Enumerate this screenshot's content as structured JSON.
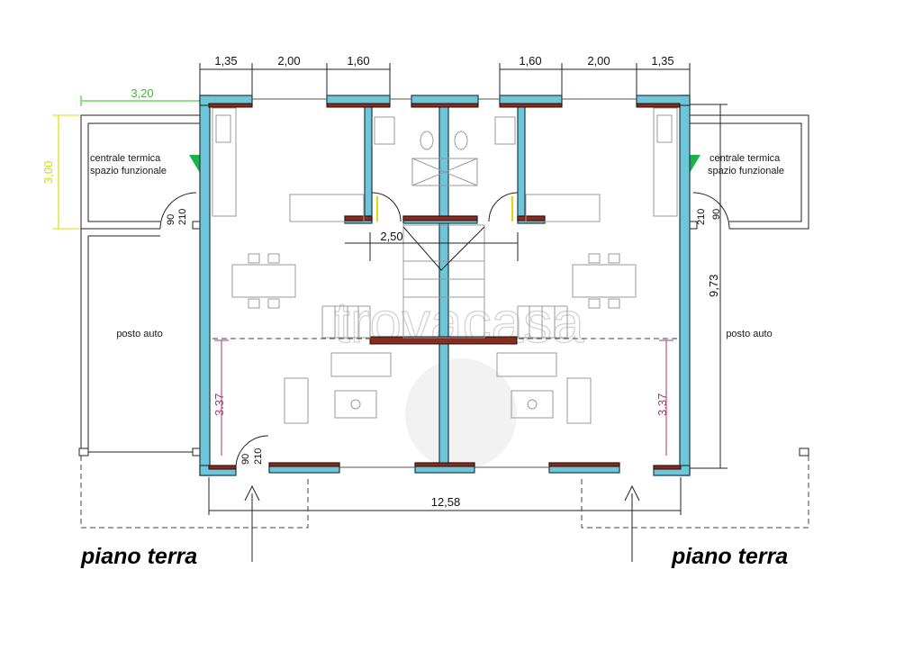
{
  "title_left": "piano terra",
  "title_right": "piano terra",
  "rooms": {
    "left_room_line1": "centrale termica",
    "left_room_line2": "spazio funzionale",
    "right_room_line1": "centrale termica",
    "right_room_line2": "spazio funzionale",
    "left_parking": "posto auto",
    "right_parking": "posto auto"
  },
  "dimensions": {
    "top_left": [
      "1,35",
      "2,00",
      "1,60"
    ],
    "top_right": [
      "1,60",
      "2,00",
      "1,35"
    ],
    "annex_width": "3,20",
    "annex_depth": "3,00",
    "stair_width": "2,50",
    "total_depth": "9,73",
    "total_width": "12,58",
    "left_wall_segment": "3.37",
    "right_wall_segment": "3.37",
    "door_width": "90",
    "door_height": "210"
  },
  "watermark": "trovacasa",
  "colors": {
    "wall_fill": "#6ec6d8",
    "window": "#8b2a1e",
    "annex_dim": "#4cd03a",
    "segment_dim": "#b0307a"
  }
}
